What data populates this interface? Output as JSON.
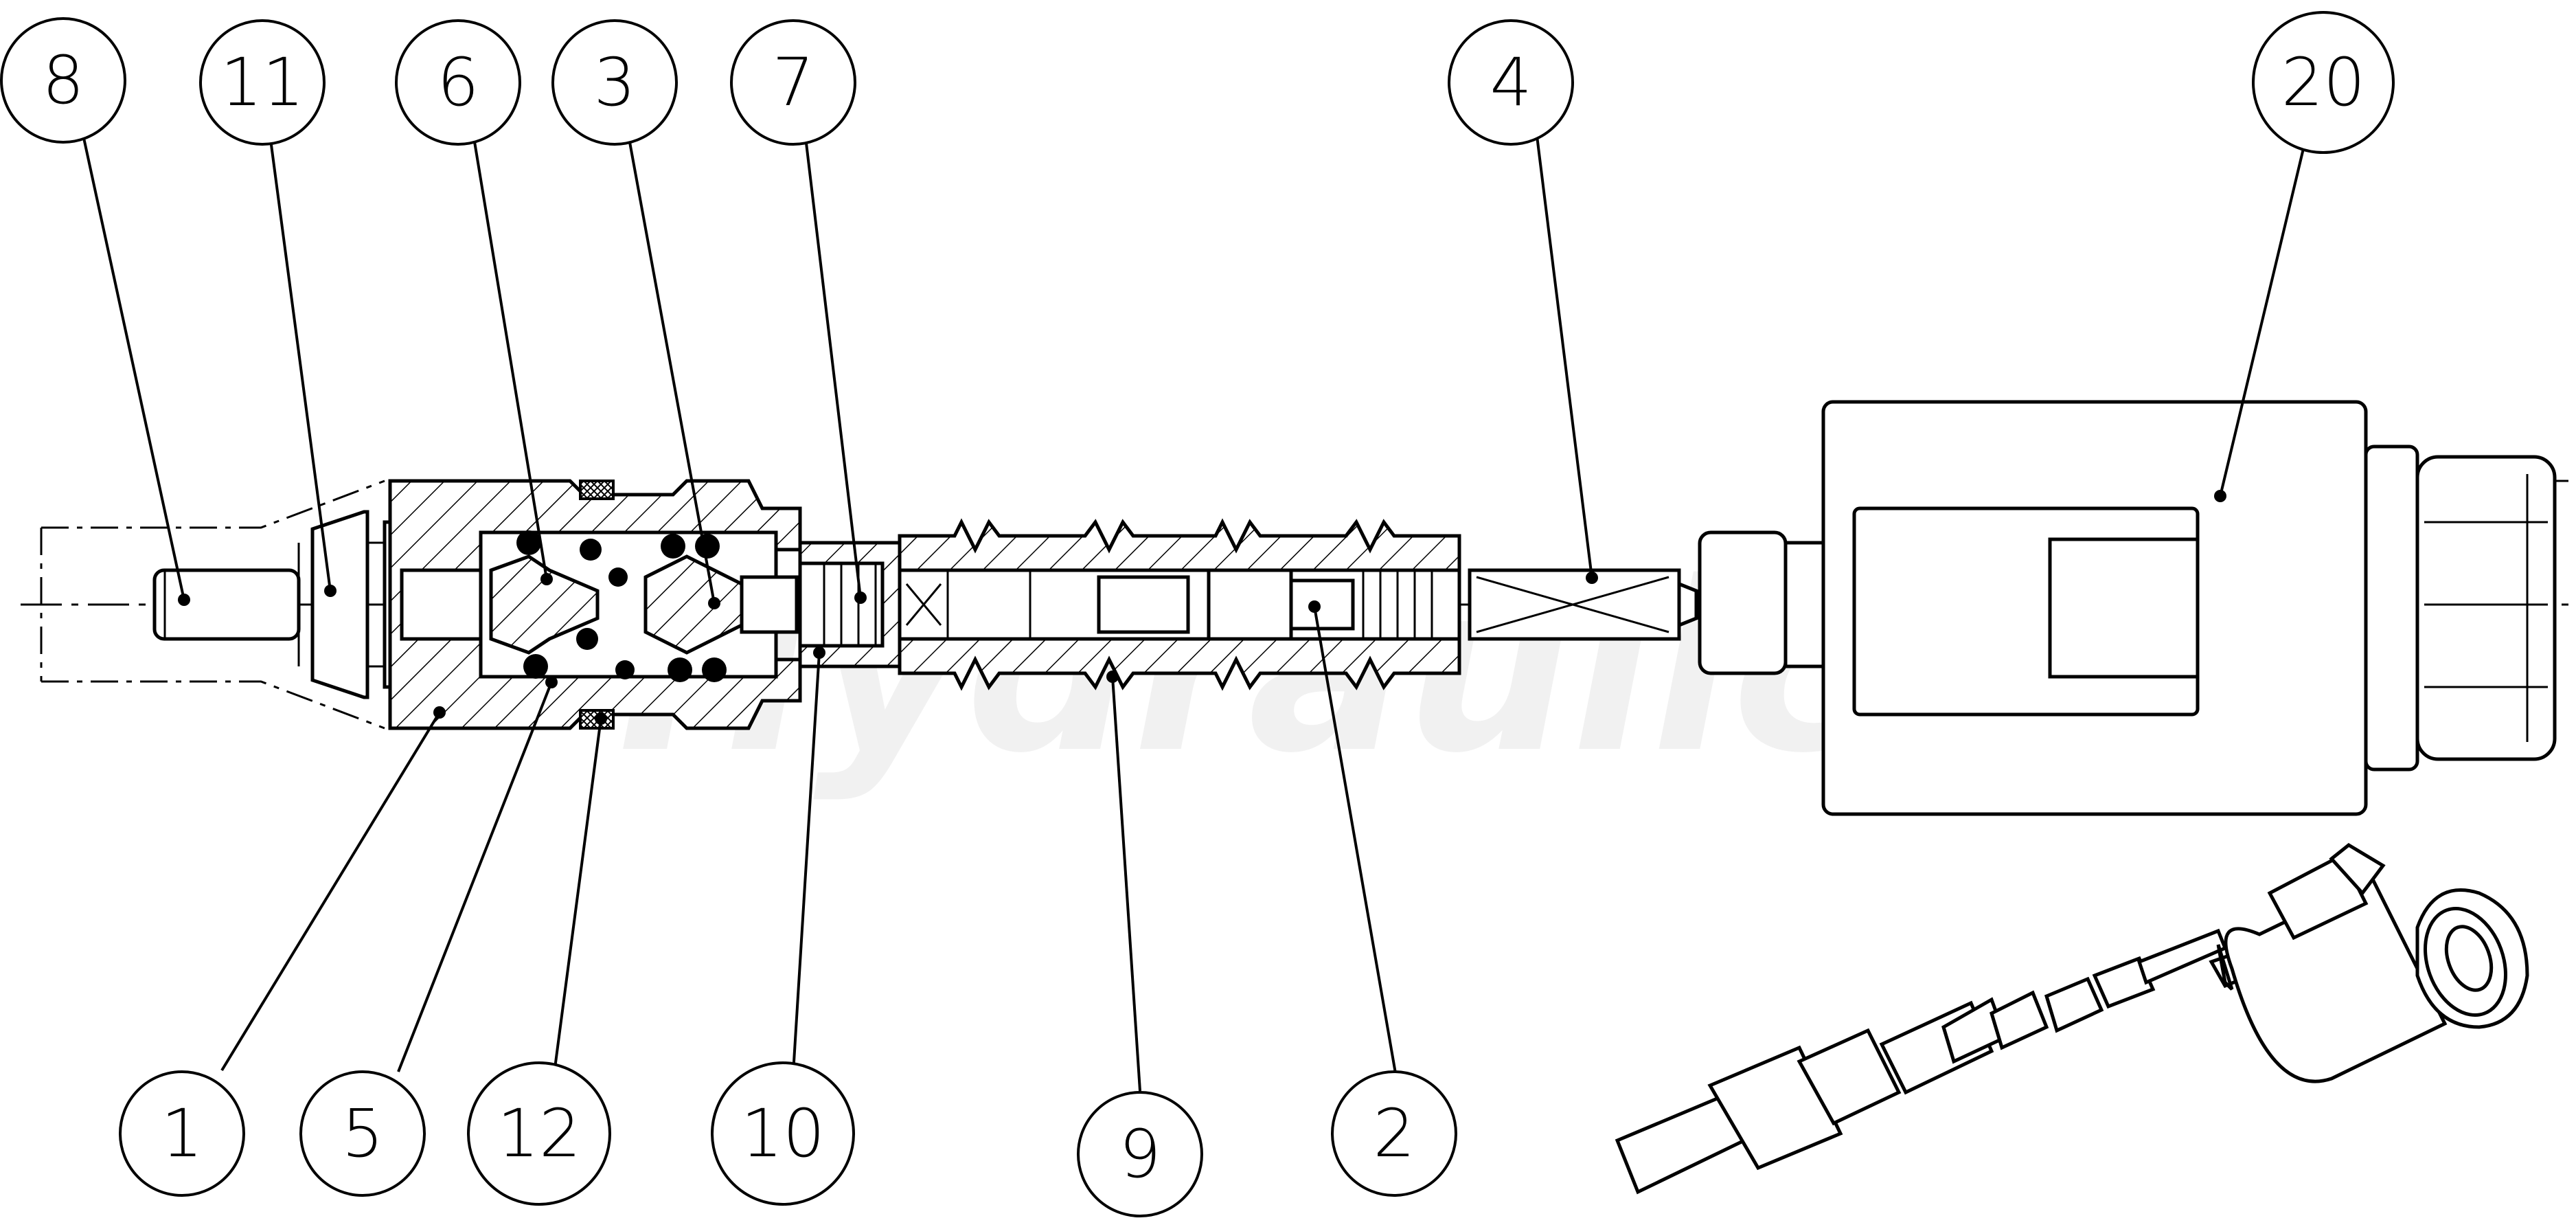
{
  "watermark": "Hydraulico",
  "balloons": [
    {
      "id": "b8",
      "label": "8"
    },
    {
      "id": "b11",
      "label": "11"
    },
    {
      "id": "b6",
      "label": "6"
    },
    {
      "id": "b3",
      "label": "3"
    },
    {
      "id": "b7",
      "label": "7"
    },
    {
      "id": "b4",
      "label": "4"
    },
    {
      "id": "b20",
      "label": "20"
    },
    {
      "id": "b1",
      "label": "1"
    },
    {
      "id": "b5",
      "label": "5"
    },
    {
      "id": "b12",
      "label": "12"
    },
    {
      "id": "b10",
      "label": "10"
    },
    {
      "id": "b9",
      "label": "9"
    },
    {
      "id": "b2",
      "label": "2"
    }
  ]
}
